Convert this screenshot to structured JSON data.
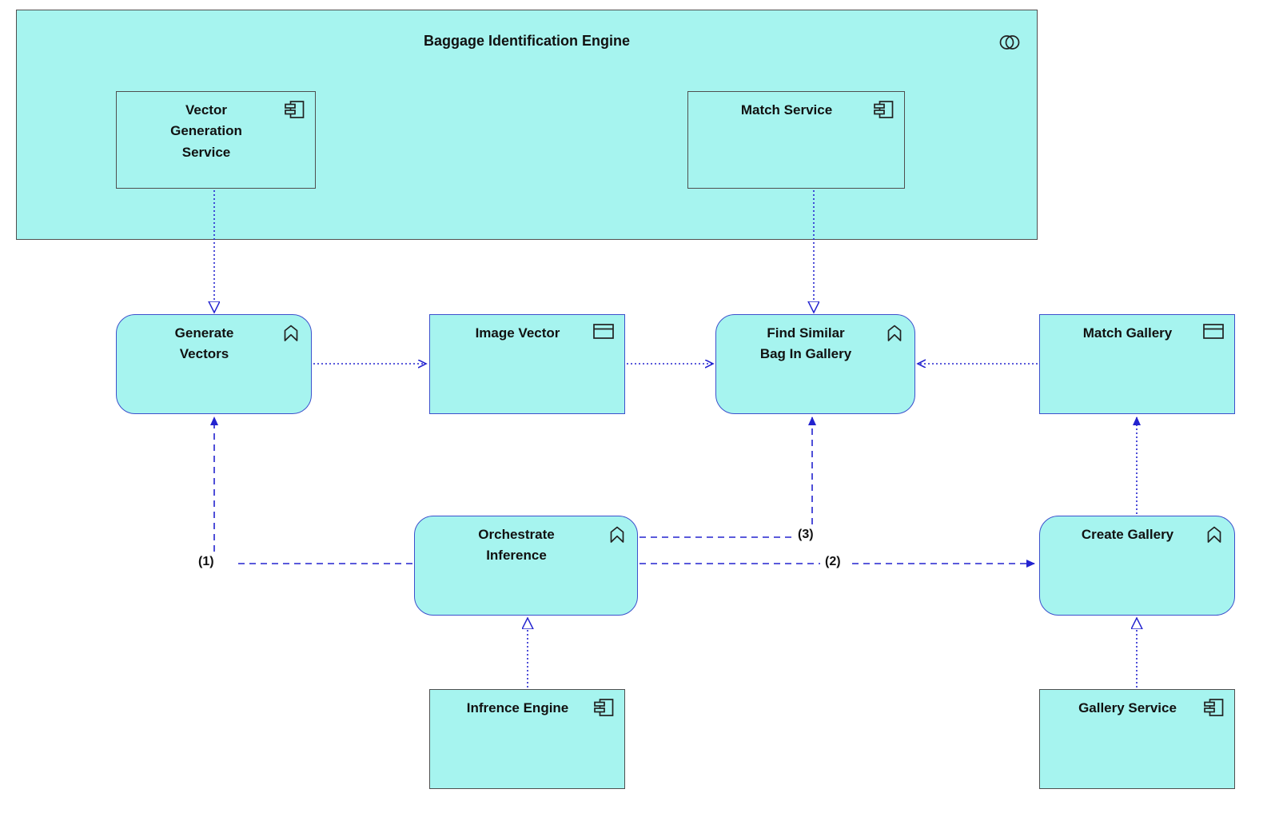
{
  "diagram": {
    "colors": {
      "node_fill": "#a6f4ef",
      "connector_blue": "#2323cf",
      "component_border": "#4f4f4f",
      "element_border": "#3c50cc",
      "text": "#111111"
    },
    "container": {
      "label": "Baggage Identification Engine",
      "icon": "collaboration-icon",
      "type": "application-collaboration"
    },
    "nodes": {
      "vector_generation_service": {
        "label": "Vector\nGeneration\nService",
        "icon": "component-icon",
        "type": "application-component"
      },
      "match_service": {
        "label": "Match Service",
        "icon": "component-icon",
        "type": "application-component"
      },
      "generate_vectors": {
        "label": "Generate\nVectors",
        "icon": "function-icon",
        "type": "application-function"
      },
      "image_vector": {
        "label": "Image Vector",
        "icon": "data-object-icon",
        "type": "data-object"
      },
      "find_similar": {
        "label": "Find Similar\nBag In Gallery",
        "icon": "function-icon",
        "type": "application-function"
      },
      "match_gallery": {
        "label": "Match Gallery",
        "icon": "data-object-icon",
        "type": "data-object"
      },
      "orchestrate_inference": {
        "label": "Orchestrate\nInference",
        "icon": "function-icon",
        "type": "application-function"
      },
      "create_gallery": {
        "label": "Create Gallery",
        "icon": "function-icon",
        "type": "application-function"
      },
      "infrence_engine": {
        "label": "Infrence Engine",
        "icon": "component-icon",
        "type": "application-component"
      },
      "gallery_service": {
        "label": "Gallery Service",
        "icon": "component-icon",
        "type": "application-component"
      }
    },
    "connection_labels": {
      "step1": "(1)",
      "step2": "(2)",
      "step3": "(3)"
    },
    "connections": [
      {
        "from": "Vector Generation Service",
        "to": "Generate Vectors",
        "style": "dotted",
        "arrowhead": "hollow-triangle"
      },
      {
        "from": "Match Service",
        "to": "Find Similar Bag In Gallery",
        "style": "dotted",
        "arrowhead": "hollow-triangle"
      },
      {
        "from": "Generate Vectors",
        "to": "Image Vector",
        "style": "dotted",
        "arrowhead": "open"
      },
      {
        "from": "Image Vector",
        "to": "Find Similar Bag In Gallery",
        "style": "dotted",
        "arrowhead": "open"
      },
      {
        "from": "Match Gallery",
        "to": "Find Similar Bag In Gallery",
        "style": "dotted",
        "arrowhead": "open"
      },
      {
        "from": "Orchestrate Inference",
        "to": "Generate Vectors",
        "style": "dashed",
        "arrowhead": "solid",
        "label": "(1)"
      },
      {
        "from": "Orchestrate Inference",
        "to": "Create Gallery",
        "style": "dashed",
        "arrowhead": "solid",
        "label": "(2)"
      },
      {
        "from": "Orchestrate Inference",
        "to": "Find Similar Bag In Gallery",
        "style": "dashed",
        "arrowhead": "solid",
        "label": "(3)"
      },
      {
        "from": "Create Gallery",
        "to": "Match Gallery",
        "style": "dotted",
        "arrowhead": "solid"
      },
      {
        "from": "Infrence Engine",
        "to": "Orchestrate Inference",
        "style": "dotted",
        "arrowhead": "hollow-triangle"
      },
      {
        "from": "Gallery Service",
        "to": "Create Gallery",
        "style": "dotted",
        "arrowhead": "hollow-triangle"
      }
    ]
  }
}
